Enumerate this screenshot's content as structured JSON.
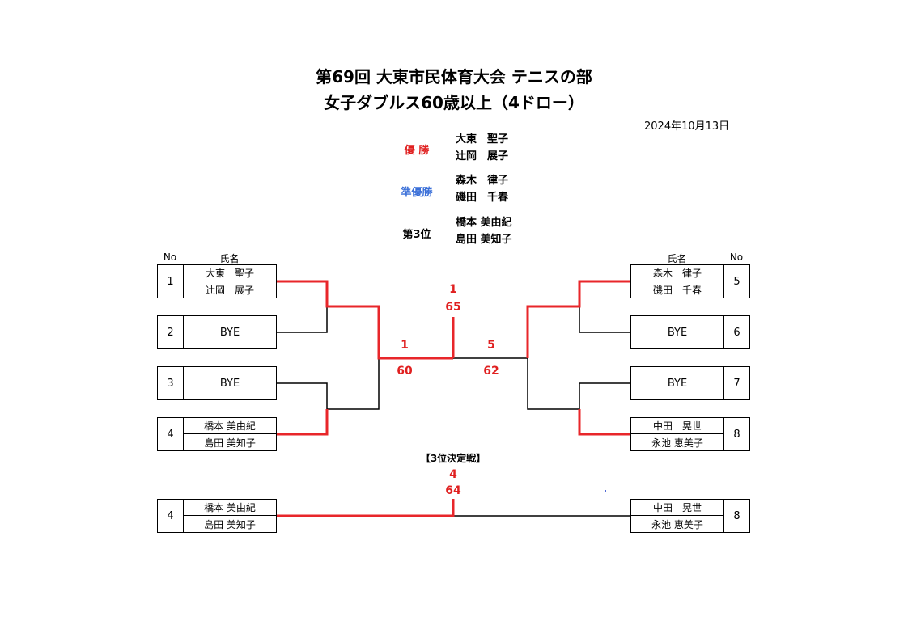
{
  "header": {
    "title_line1": "第69回 大東市民体育大会 テニスの部",
    "title_line2": "女子ダブルス60歳以上（4ドロー）",
    "date": "2024年10月13日"
  },
  "results": {
    "winner": {
      "label": "優 勝",
      "names": [
        "大東　聖子",
        "辻岡　展子"
      ],
      "color": "#e02020"
    },
    "runner_up": {
      "label": "準優勝",
      "names": [
        "森木　律子",
        "磯田　千春"
      ],
      "color": "#3a6fd8"
    },
    "third": {
      "label": "第3位",
      "names": [
        "橋本 美由紀",
        "島田 美知子"
      ],
      "color": "#000000"
    }
  },
  "columns": {
    "no": "No",
    "name": "氏名"
  },
  "left_entries": [
    {
      "no": "1",
      "names": [
        "大東　聖子",
        "辻岡　展子"
      ]
    },
    {
      "no": "2",
      "bye": "BYE"
    },
    {
      "no": "3",
      "bye": "BYE"
    },
    {
      "no": "4",
      "names": [
        "橋本 美由紀",
        "島田 美知子"
      ]
    }
  ],
  "right_entries": [
    {
      "no": "5",
      "names": [
        "森木　律子",
        "磯田　千春"
      ]
    },
    {
      "no": "6",
      "bye": "BYE"
    },
    {
      "no": "7",
      "bye": "BYE"
    },
    {
      "no": "8",
      "names": [
        "中田　晃世",
        "永池 恵美子"
      ]
    }
  ],
  "final": {
    "winner_no": "1",
    "score": "65"
  },
  "semi_left": {
    "winner_no": "1",
    "score": "60"
  },
  "semi_right": {
    "winner_no": "5",
    "score": "62"
  },
  "third_place": {
    "title": "【3位決定戦】",
    "winner_no": "4",
    "score": "64",
    "left": {
      "no": "4",
      "names": [
        "橋本 美由紀",
        "島田 美知子"
      ]
    },
    "right": {
      "no": "8",
      "names": [
        "中田　晃世",
        "永池 恵美子"
      ]
    }
  },
  "colors": {
    "win_line": "#e8262a",
    "lose_line": "#000000"
  }
}
